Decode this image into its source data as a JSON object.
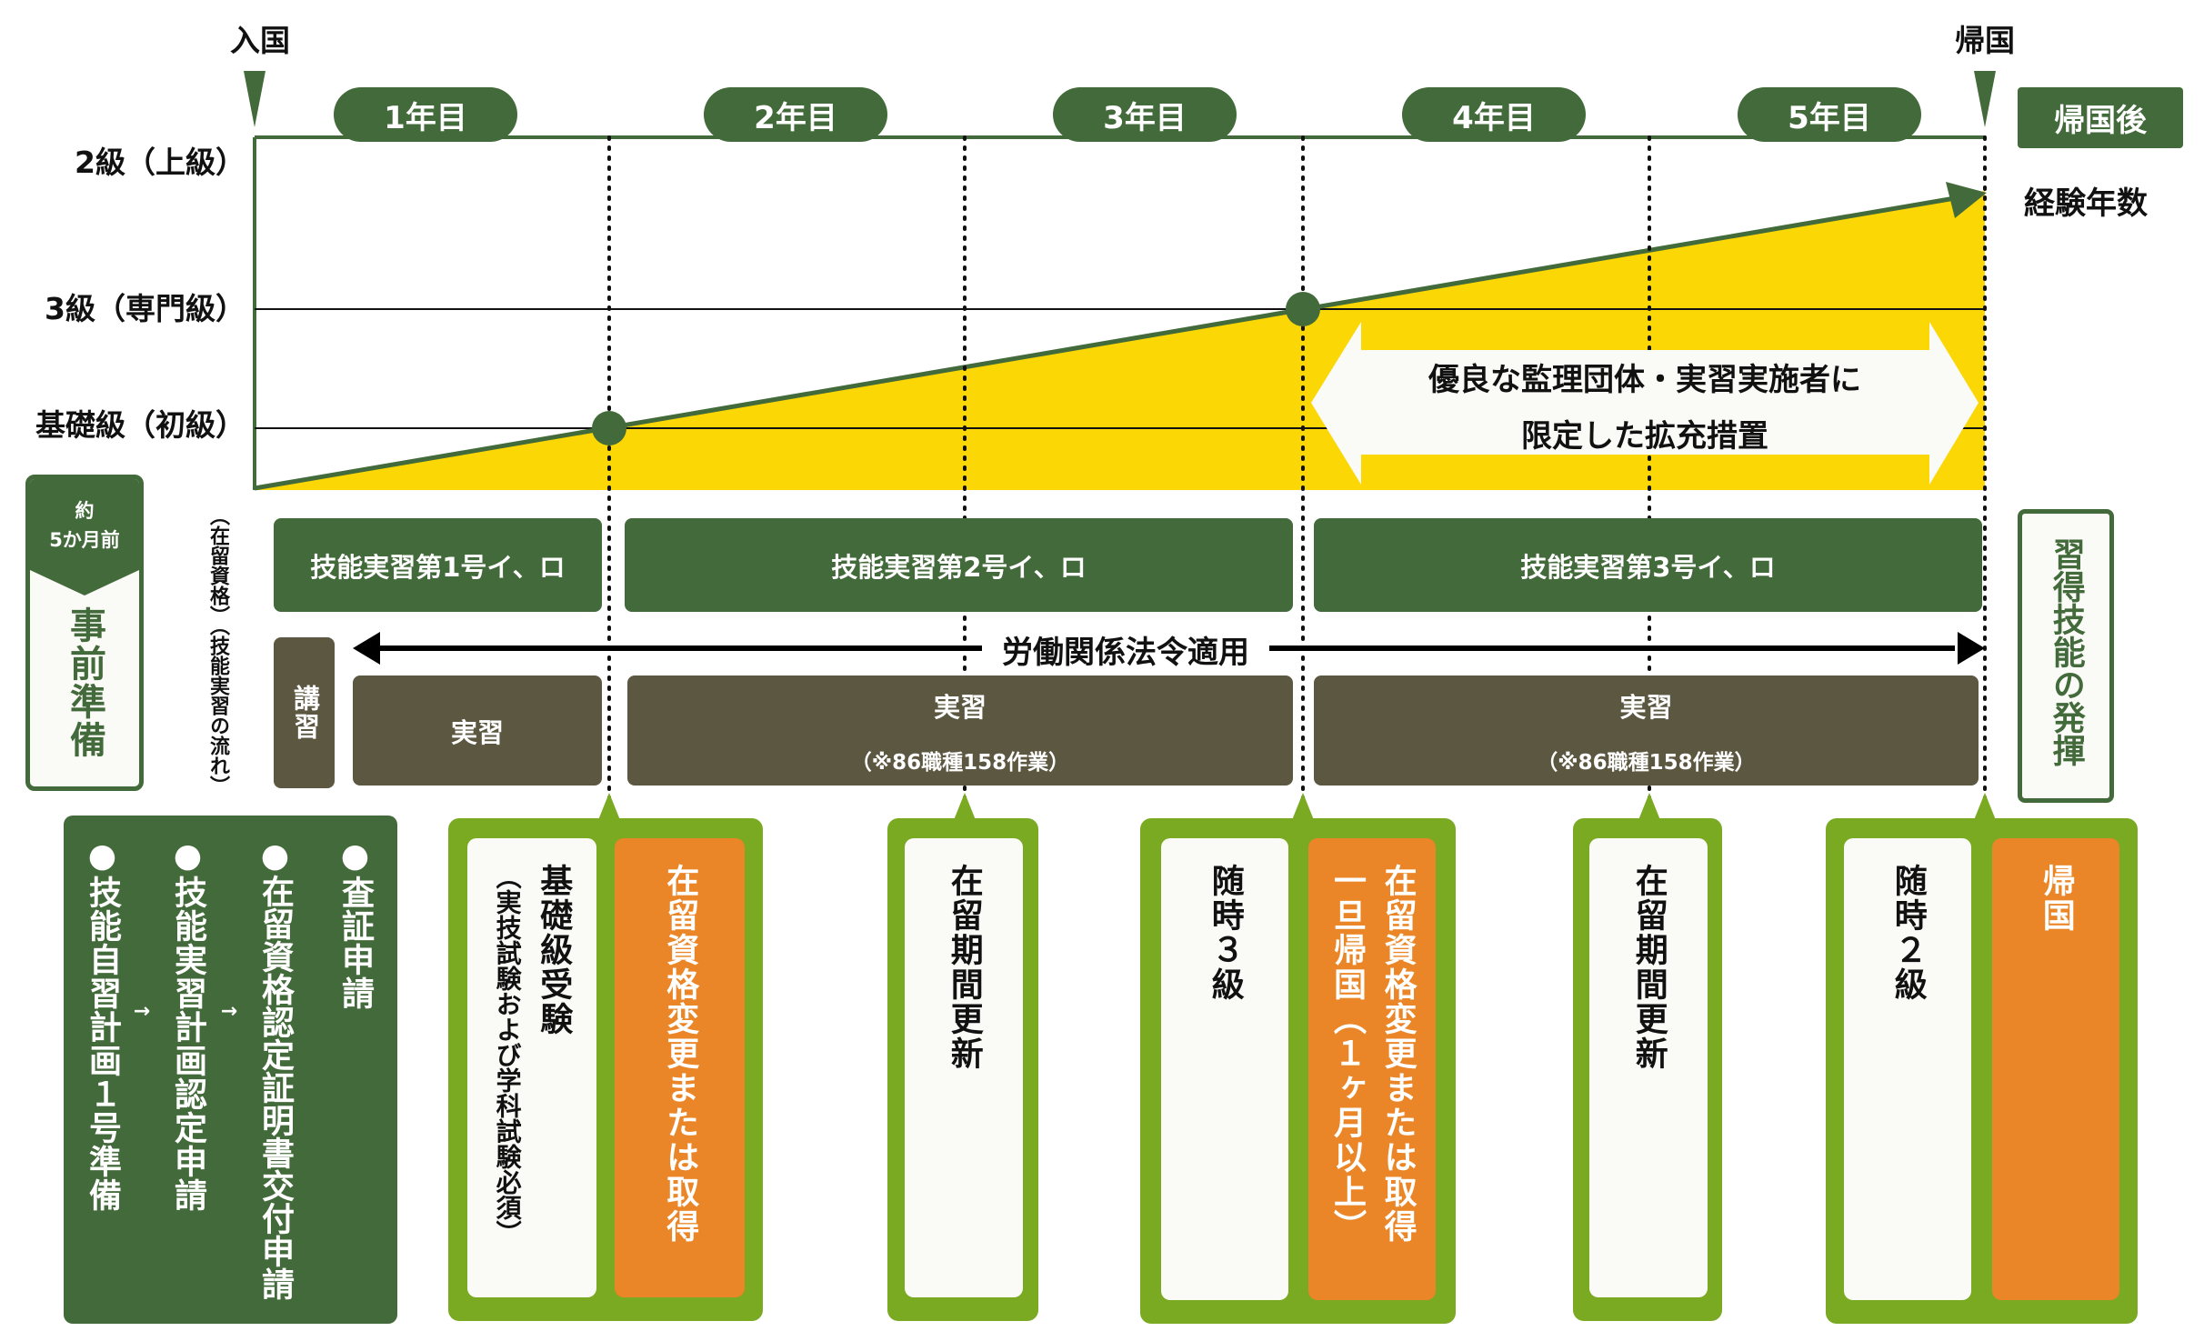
{
  "markers": {
    "entry": "入国",
    "return": "帰国"
  },
  "years": [
    "1年目",
    "2年目",
    "3年目",
    "4年目",
    "5年目"
  ],
  "after_return": "帰国後",
  "experience": "経験年数",
  "levels": [
    "2級（上級）",
    "3級（専門級）",
    "基礎級（初級）"
  ],
  "expansion": {
    "line1": "優良な監理団体・実習実施者に",
    "line2": "限定した拡充措置"
  },
  "prep": {
    "top": "約",
    "top2": "5か月前",
    "label": "事前準備"
  },
  "row_label": "（在留資格）（技能実習の流れ）",
  "status": [
    "技能実習第1号イ、ロ",
    "技能実習第2号イ、ロ",
    "技能実習第3号イ、ロ"
  ],
  "law": "労働関係法令適用",
  "lecture": "講習",
  "training": [
    {
      "title": "実習",
      "note": ""
    },
    {
      "title": "実習",
      "note": "（※86職種158作業）"
    },
    {
      "title": "実習",
      "note": "（※86職種158作業）"
    }
  ],
  "skill_use": "習得技能の発揮",
  "prep_steps": [
    "●査証申請",
    "●在留資格認定証明書交付申請",
    "●技能実習計画認定申請",
    "●技能自習計画１号準備"
  ],
  "step_arrow": "→",
  "events": {
    "e1": {
      "white": "基礎級受験",
      "white_note": "（実技試験および学科試験必須）",
      "orange": "在留資格変更または取得"
    },
    "e2": {
      "white": "在留期間更新"
    },
    "e3": {
      "white": "随時３級",
      "orange": "在留資格変更または取得",
      "orange_note": "一旦帰国（１ヶ月以上）"
    },
    "e4": {
      "white": "在留期間更新"
    },
    "e5": {
      "white": "随時２級",
      "orange": "帰国"
    }
  },
  "colors": {
    "dark_green": "#436a3a",
    "green": "#7aa922",
    "orange": "#ea8627",
    "brown": "#5c5740",
    "yellow": "#fad705"
  }
}
